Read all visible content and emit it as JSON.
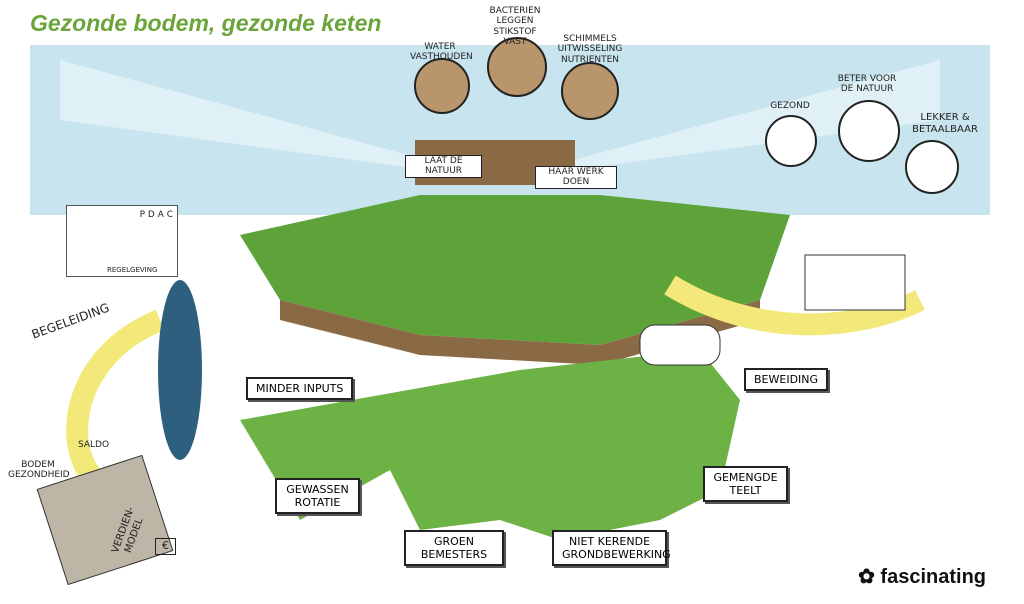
{
  "title": "Gezonde bodem, gezonde keten",
  "soil": {
    "water": "Water vasthouden",
    "bacteria": "Bacterien leggen stikstof vast",
    "fungi": "Schimmels uitwisseling nutrienten",
    "banner_left": "Laat de natuur",
    "banner_right": "haar werk doen"
  },
  "consumer": {
    "healthy": "Gezond",
    "nature": "Beter voor de natuur",
    "tasty": "Lekker & betaalbaar"
  },
  "guidance": {
    "label": "Begeleiding",
    "cycle": "P D A C",
    "rules": "Regelgeving"
  },
  "practices": {
    "inputs": "Minder inputs",
    "rotation": "Gewassen rotatie",
    "green": "Groen bemesters",
    "tillage": "Niet kerende grondbewerking",
    "mixed": "Gemengde teelt",
    "grazing": "Beweiding"
  },
  "box": {
    "saldo": "Saldo",
    "soil_health": "Bodem gezondheid",
    "model": "Verdien-model",
    "price": "€"
  },
  "brand": {
    "name": "fascinating",
    "colors": {
      "title": "#6aa43a",
      "sky": "#bfe0ec",
      "field": "#5ea33a",
      "soil": "#8a6a45",
      "arrow": "#f3e97a"
    }
  }
}
